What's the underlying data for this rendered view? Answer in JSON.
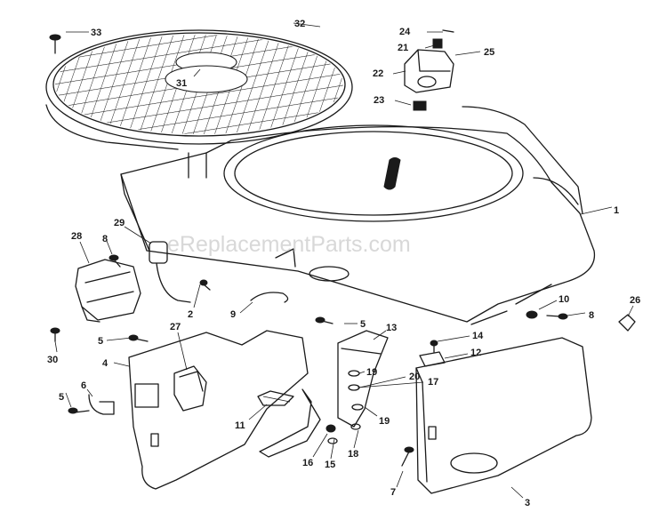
{
  "watermark": "eReplacementParts.com",
  "callouts": [
    "1",
    "2",
    "3",
    "4",
    "5",
    "5",
    "5",
    "6",
    "7",
    "8",
    "8",
    "9",
    "10",
    "11",
    "12",
    "13",
    "14",
    "15",
    "16",
    "17",
    "18",
    "19",
    "19",
    "20",
    "21",
    "22",
    "23",
    "24",
    "25",
    "26",
    "27",
    "28",
    "29",
    "30",
    "31",
    "32",
    "33"
  ]
}
